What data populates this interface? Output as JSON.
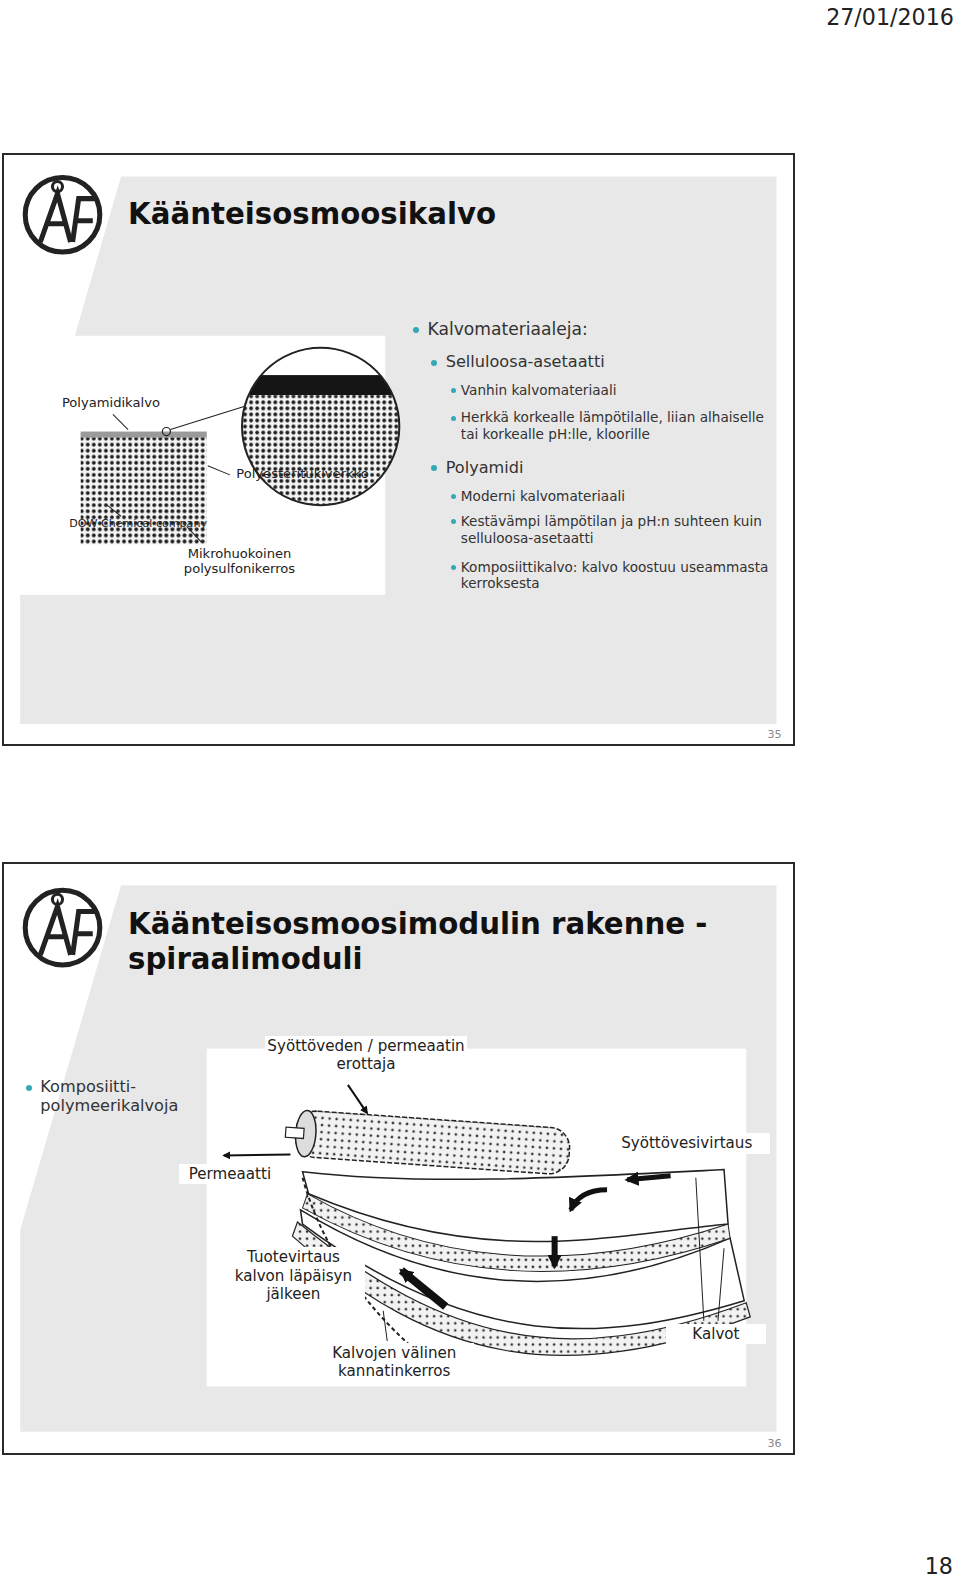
{
  "diagram": {
    "nodes": [
      {
        "text": [
          "Käänteisosmoosikalvo",
          "Kalvomateriaaleja:",
          "Selluloosa-asetaatti",
          "Vanhin kalvomateriaali",
          "Herkkä korkealle lämpötilalle, liian alhaiselle tai korkealle pH:lle, kloorille",
          "Polyamidi",
          "Moderni kalvomateriaali",
          "Kestävämpi lämpötilan ja pH:n suhteen kuin selluloosa-asetaatti",
          "Komposiittikalvo: kalvo koostuu useammasta kerroksesta"
        ]
      },
      {
        "text": [
          "Käänteisosmoosimodulin rakenne - spiraalimoduli",
          "Komposiitti- polymeerikalvoja"
        ]
      }
    ],
    "labels": [
      "27/01/2016",
      "Polyamidikalvo",
      "Polyesteritukiverkko",
      "DOW Chemical company",
      "Mikrohuokoinen polysulfonikerros",
      "35",
      "Syöttöveden / permeaatin erottaja",
      "Syöttövesivirtaus",
      "Permeaatti",
      "Tuotevirtaus kalvon läpäisyn jälkeen",
      "Kalvojen välinen kannatinkerros",
      "Kalvot",
      "36",
      "18"
    ]
  }
}
